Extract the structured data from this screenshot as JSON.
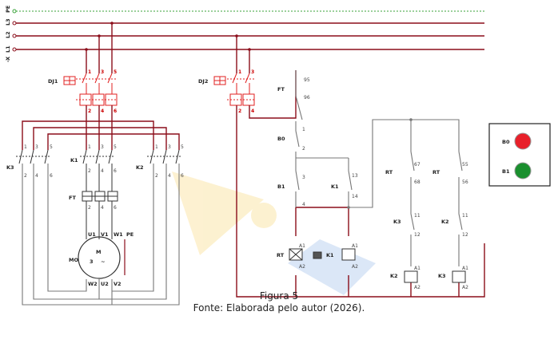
{
  "rails": [
    "PE",
    "L3",
    "L2",
    "L1"
  ],
  "rail_prefix": "-X",
  "breakers": {
    "main": "DJ1",
    "control": "DJ2"
  },
  "contactors": {
    "k1": "K1",
    "k2": "K2",
    "k3": "K3"
  },
  "overload": "FT",
  "thermal_relay": "RT",
  "buttons": {
    "off": "B0",
    "on": "B1"
  },
  "motor": {
    "label": "MO",
    "name": "M",
    "phases": "3",
    "terminals_top": [
      "U1",
      "V1",
      "W1",
      "PE"
    ],
    "terminals_bottom": [
      "W2",
      "U2",
      "V2"
    ]
  },
  "panel": {
    "off_label": "B0",
    "on_label": "B1",
    "off_color": "#e8202a",
    "on_color": "#1a8f2e"
  },
  "colors": {
    "power": "#8b0d1a",
    "protection": "#e02020",
    "control_grey": "#777777",
    "wire_dark": "#333333",
    "pe": "#3aa33a"
  },
  "caption": {
    "figure": "Figura 5",
    "source": "Fonte: Elaborada pelo autor (2026)."
  }
}
